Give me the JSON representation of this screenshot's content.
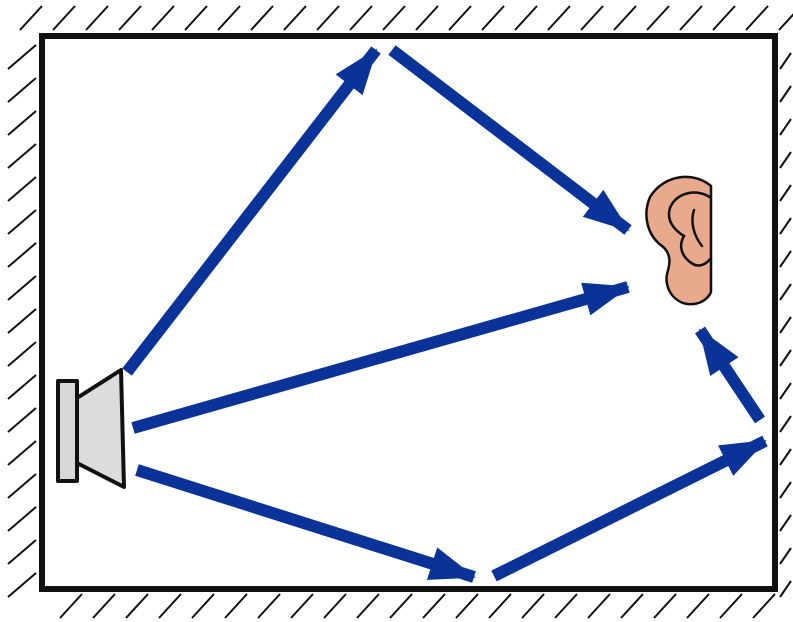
{
  "diagram": {
    "type": "sound-reflection-in-room",
    "colors": {
      "background": "#ffffff",
      "wall": "#111111",
      "hatch": "#111111",
      "arrow": "#0a3399",
      "speaker_fill": "#dcdcdc",
      "speaker_stroke": "#111111",
      "ear_fill": "#e8a98c",
      "ear_stroke": "#111111"
    },
    "elements": {
      "source": {
        "icon": "speaker-icon"
      },
      "listener": {
        "icon": "ear-icon"
      },
      "walls": [
        "top-wall",
        "bottom-wall",
        "left-wall",
        "right-wall"
      ]
    },
    "sound_paths": [
      {
        "name": "ceiling-reflection",
        "segments": [
          "speaker-to-ceiling",
          "ceiling-to-ear"
        ]
      },
      {
        "name": "direct-path",
        "segments": [
          "speaker-to-ear"
        ]
      },
      {
        "name": "floor-wall-reflection",
        "segments": [
          "speaker-to-floor",
          "floor-to-right-wall",
          "right-wall-to-ear"
        ]
      }
    ]
  }
}
